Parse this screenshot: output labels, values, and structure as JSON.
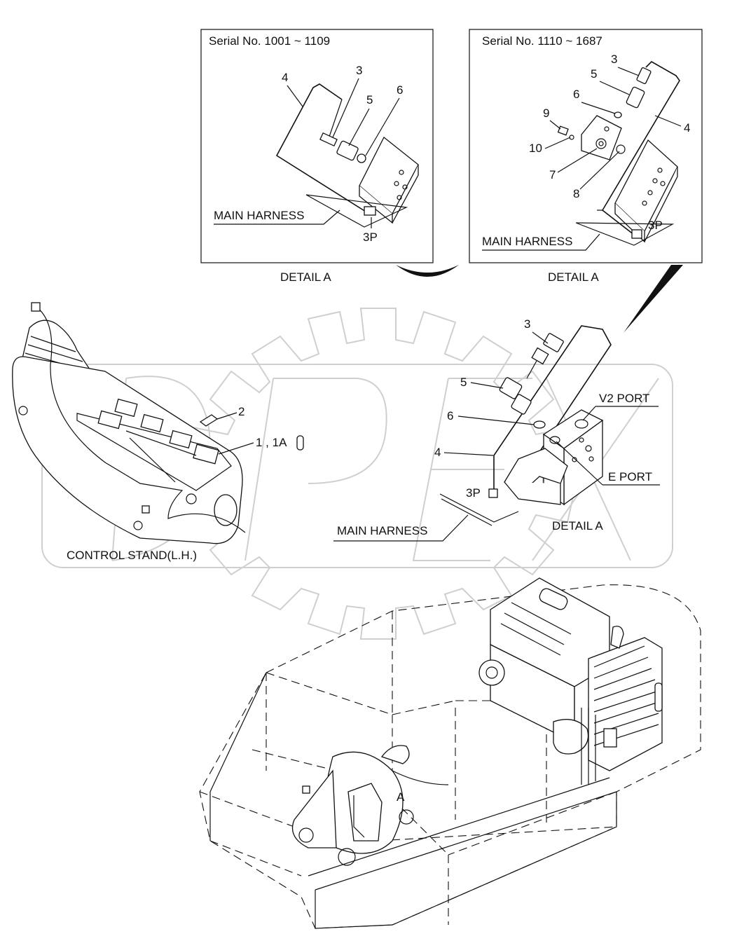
{
  "detail_left": {
    "serial": "Serial No. 1001 ~ 1109",
    "caption": "DETAIL  A",
    "harness": "MAIN HARNESS",
    "connector": "3P",
    "callouts": [
      "3",
      "4",
      "5",
      "6"
    ]
  },
  "detail_right": {
    "serial": "Serial No. 1110 ~ 1687",
    "caption": "DETAIL  A",
    "harness": "MAIN HARNESS",
    "connector": "3P",
    "callouts": [
      "3",
      "5",
      "6",
      "9",
      "10",
      "7",
      "8",
      "4"
    ]
  },
  "middle": {
    "callout_3": "3",
    "callout_5": "5",
    "callout_6": "6",
    "callout_4": "4",
    "v2_port": "V2  PORT",
    "e_port": "E  PORT",
    "connector": "3P",
    "harness": "MAIN HARNESS",
    "caption": "DETAIL  A"
  },
  "control_stand": {
    "callout_2": "2",
    "callout_1": "1 , 1A",
    "label": "CONTROL STAND(L.H.)"
  },
  "machine": {
    "callout_a": "A"
  }
}
